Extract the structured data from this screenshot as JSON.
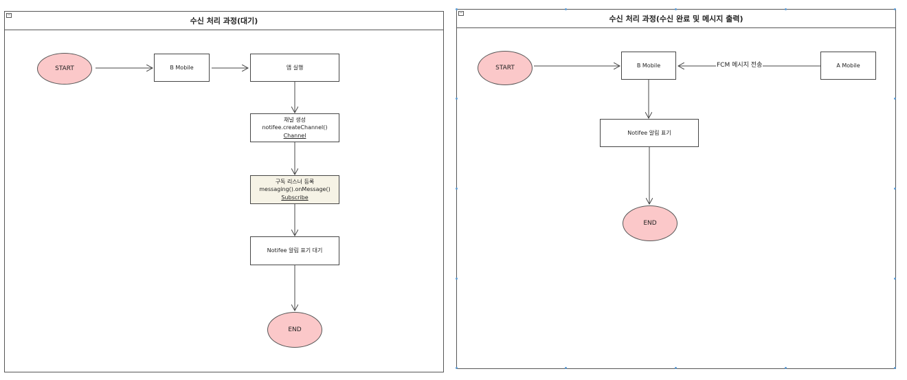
{
  "left_panel": {
    "title": "수신 처리 과정(대기)",
    "start": "START",
    "b_mobile": "B Mobile",
    "app_launch": "앱 실행",
    "create_channel": {
      "line1": "채널 생성",
      "line2": "notifee.createChannel()",
      "stereotype": "Channel"
    },
    "subscribe": {
      "line1": "구독 리스너 등록",
      "line2": "messaging().onMessage()",
      "stereotype": "Subscribe"
    },
    "notifee_wait": "Notifee 알림 표기 대기",
    "end": "END"
  },
  "right_panel": {
    "title": "수신 처리 과정(수신 완료 및 메시지 출력)",
    "start": "START",
    "b_mobile": "B Mobile",
    "a_mobile": "A Mobile",
    "fcm_label": "FCM 메시지 전송",
    "notifee_show": "Notifee 알림 표기",
    "end": "END"
  },
  "colors": {
    "ellipse_fill": "#fbc8c9",
    "highlight_fill": "#f6f3e6",
    "selection_handle": "#5b9bd5"
  }
}
